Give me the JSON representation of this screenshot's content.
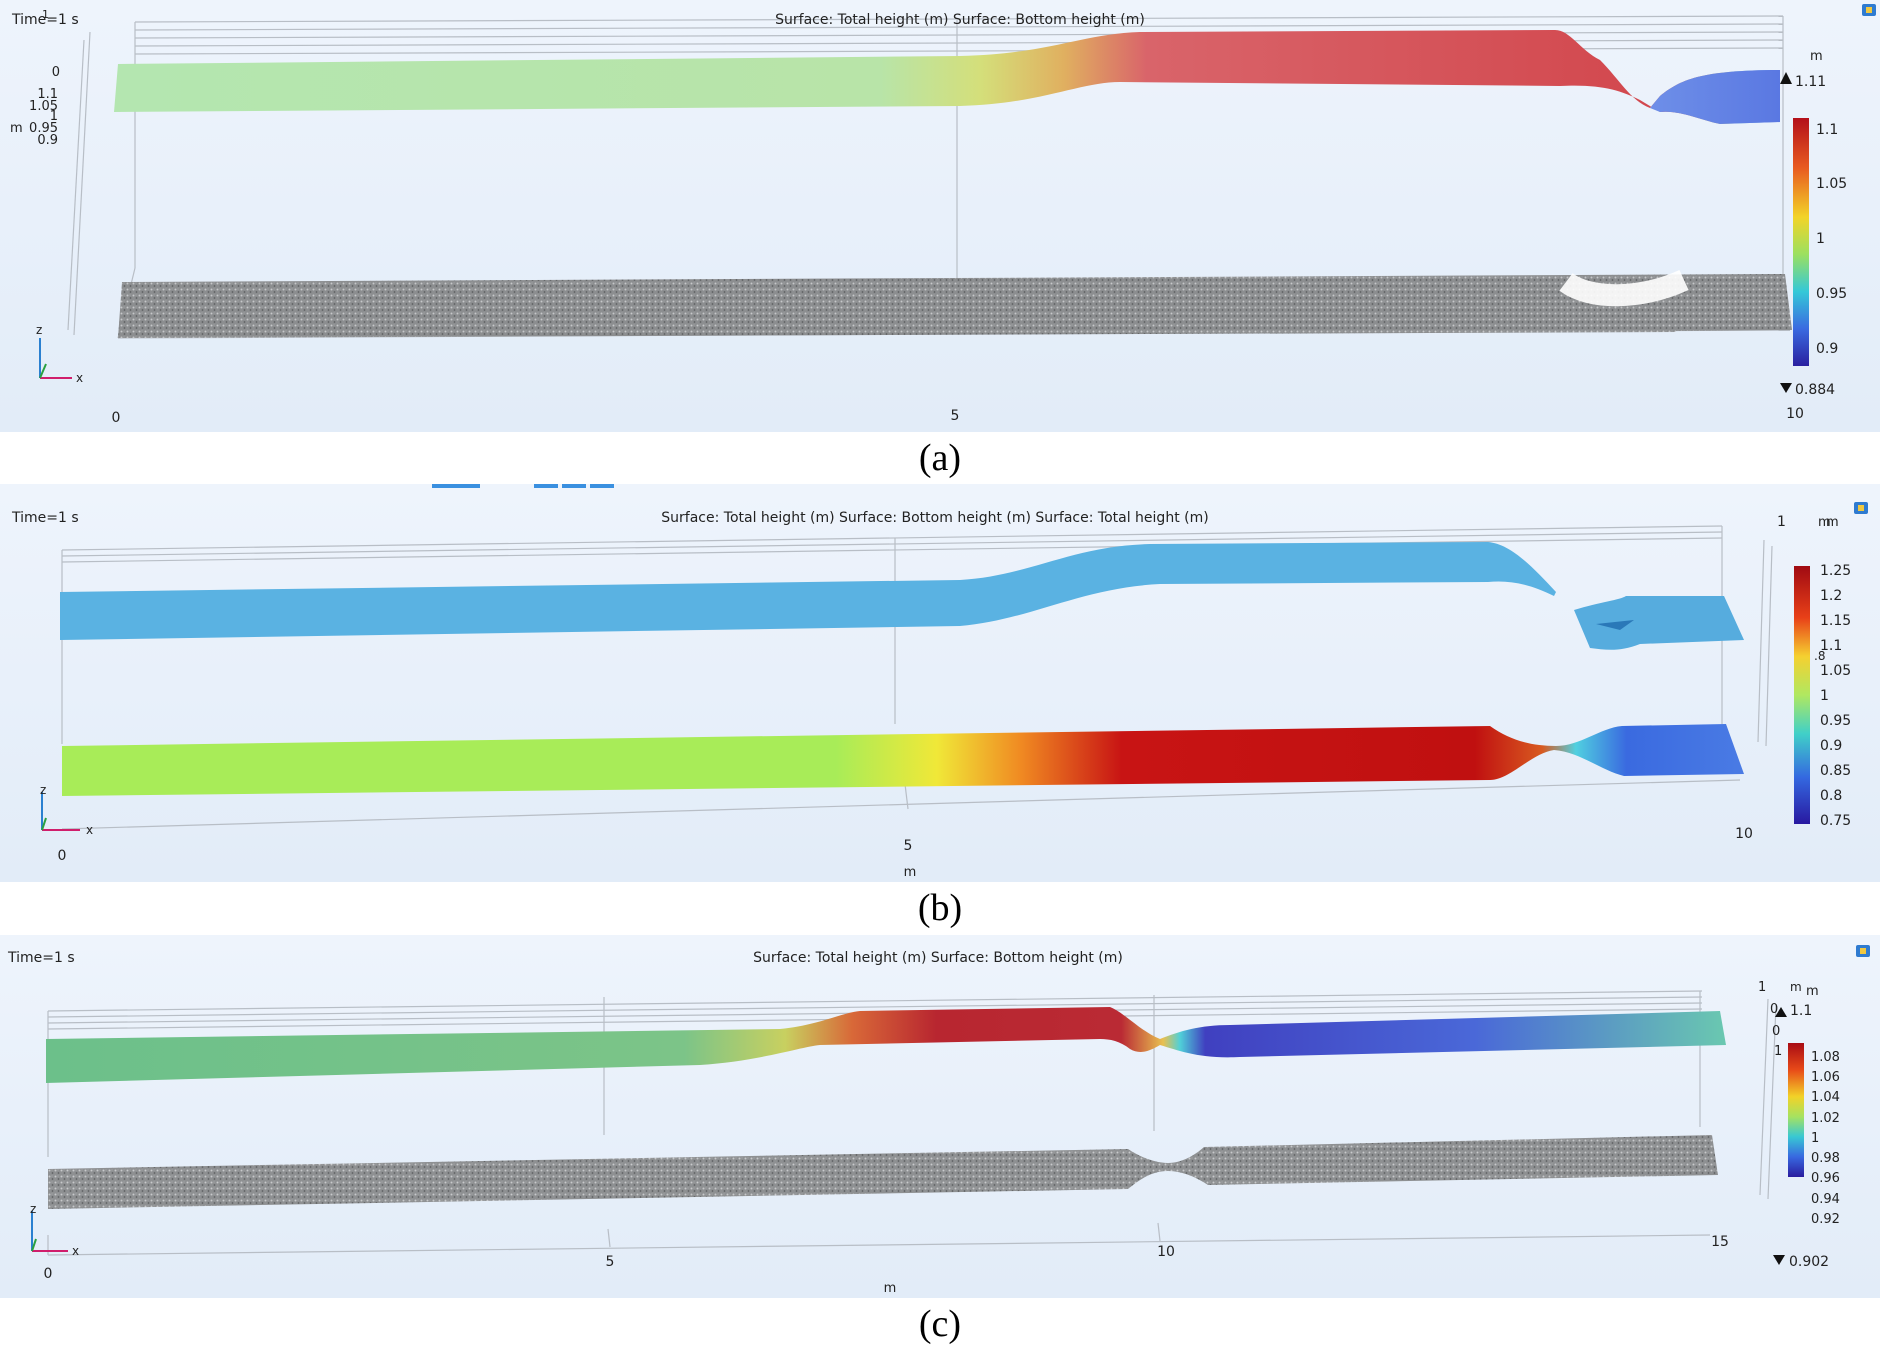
{
  "panels": [
    {
      "id": "a",
      "label": "(a)",
      "time": "Time=1 s",
      "time_overlap": "1",
      "title": "Surface: Total height (m)  Surface: Bottom height (m)",
      "x_ticks": [
        "0",
        "5",
        "10"
      ],
      "z_ticks": [
        "0",
        "1.1",
        "1.05",
        "1",
        "0.95",
        "0.9"
      ],
      "z_unit": "m",
      "colorbar": {
        "unit": "m",
        "max": "1.11",
        "min": "0.884",
        "ticks": [
          "1.1",
          "1.05",
          "1",
          "0.95",
          "0.9"
        ]
      },
      "x_axis": "x",
      "z_axis": "z"
    },
    {
      "id": "b",
      "label": "(b)",
      "time": "Time=1 s",
      "title": "Surface: Total height (m)  Surface: Bottom height (m)  Surface: Total height (m)",
      "x_ticks": [
        "0",
        "5",
        "10"
      ],
      "x_unit": "m",
      "side_ticks": [
        "1",
        ".8"
      ],
      "side_unit": "m",
      "colorbar": {
        "unit": "m",
        "ticks": [
          "1.25",
          "1.2",
          "1.15",
          "1.1",
          "1.05",
          "1",
          "0.95",
          "0.9",
          "0.85",
          "0.8",
          "0.75"
        ]
      },
      "x_axis": "x",
      "z_axis": "z"
    },
    {
      "id": "c",
      "label": "(c)",
      "time": "Time=1 s",
      "title": "Surface: Total height (m)  Surface: Bottom height (m)",
      "x_ticks": [
        "0",
        "5",
        "10",
        "15"
      ],
      "x_unit": "m",
      "side_ticks": [
        "1",
        "0",
        "0",
        "1"
      ],
      "side_unit": "m",
      "colorbar": {
        "unit": "m",
        "max": "1.1",
        "min": "0.902",
        "ticks": [
          "1.08",
          "1.06",
          "1.04",
          "1.02",
          "1",
          "0.98",
          "0.96",
          "0.94",
          "0.92"
        ]
      },
      "x_axis": "x",
      "z_axis": "z"
    }
  ],
  "colors": {
    "background": "#e9f1fb",
    "red": "#c8323a",
    "green": "#a6db8c",
    "blue": "#4c6ce0",
    "sky": "#58b3e0",
    "gravel": "#8b8d8f"
  },
  "icons": [
    "camera-icon",
    "axis-triad-icon"
  ]
}
